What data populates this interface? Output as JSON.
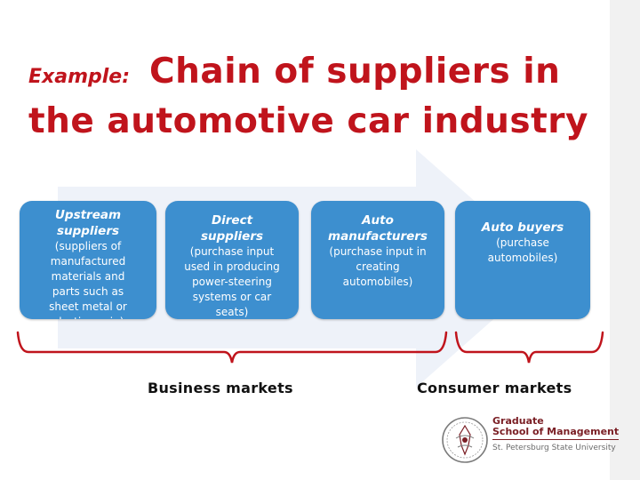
{
  "title": {
    "lead": "Example:",
    "main": "Chain of suppliers in the automotive car industry"
  },
  "boxes": [
    {
      "head": "Upstream suppliers",
      "body": "(suppliers of\nmanufactured\nmaterials  and\nparts such as\nsheet metal or\nplastic, resin)"
    },
    {
      "head": "Direct suppliers",
      "body": "(purchase input\nused in producing\npower-steering\nsystems or car\nseats)"
    },
    {
      "head": "Auto manufacturers",
      "body": "(purchase input in\ncreating\nautomobiles)"
    },
    {
      "head": "Auto buyers",
      "body": "(purchase\nautomobiles)"
    }
  ],
  "markets": {
    "business": "Business markets",
    "consumer": "Consumer markets"
  },
  "logo": {
    "line1": "Graduate",
    "line2": "School of Management",
    "line3": "St. Petersburg State University"
  },
  "colors": {
    "title": "#c0141c",
    "box": "#3d8fcf",
    "arrow": "#e9eef7",
    "brace": "#c0141c",
    "logo": "#7a1e24"
  }
}
